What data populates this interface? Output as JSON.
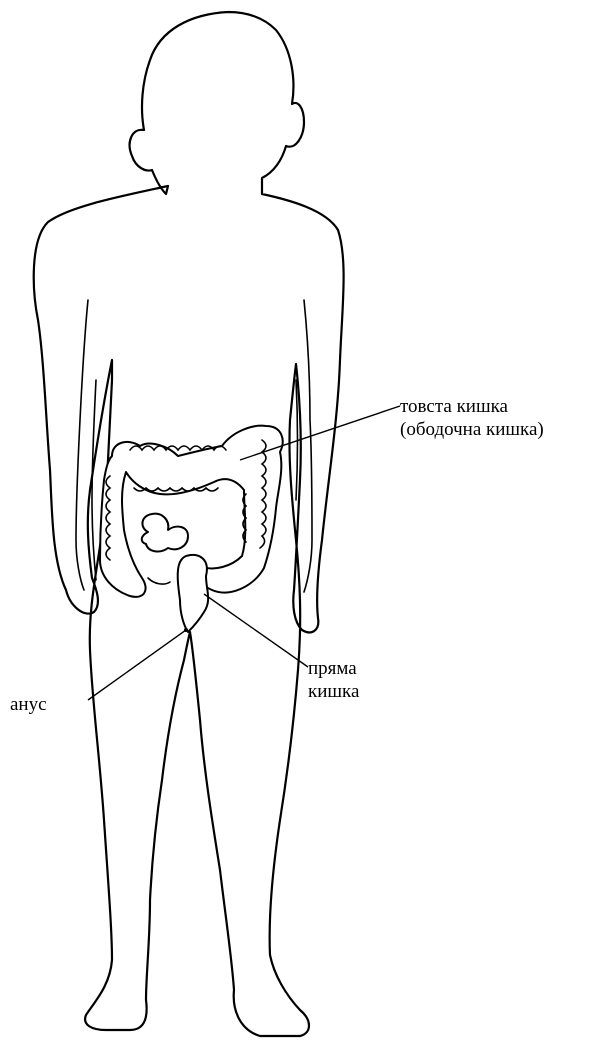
{
  "labels": {
    "colon_line1": "товста кишка",
    "colon_line2": "(ободочна кишка)",
    "rectum_line1": "пряма",
    "rectum_line2": "кишка",
    "anus": "анус"
  },
  "colors": {
    "stroke": "#000000",
    "background": "#ffffff"
  }
}
